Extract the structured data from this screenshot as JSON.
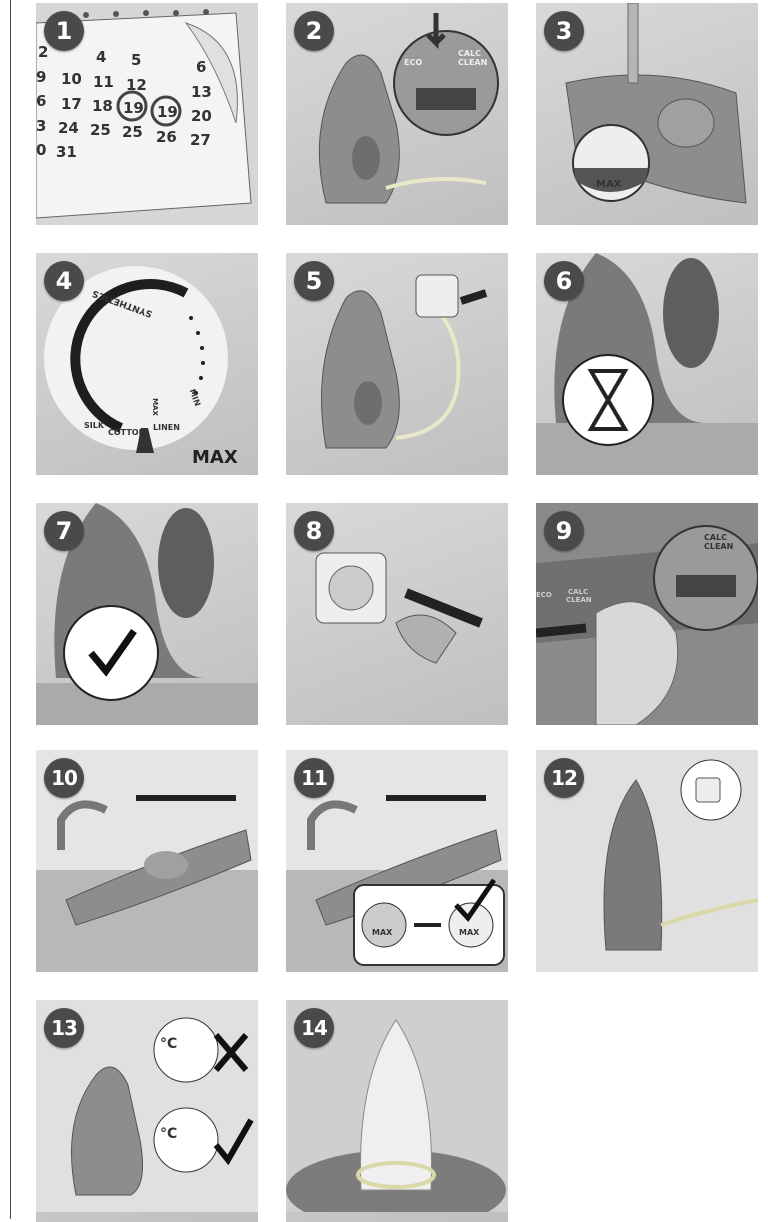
{
  "steps": [
    {
      "number": "1"
    },
    {
      "number": "2"
    },
    {
      "number": "3"
    },
    {
      "number": "4"
    },
    {
      "number": "5"
    },
    {
      "number": "6"
    },
    {
      "number": "7"
    },
    {
      "number": "8"
    },
    {
      "number": "9"
    },
    {
      "number": "10"
    },
    {
      "number": "11"
    },
    {
      "number": "12"
    },
    {
      "number": "13"
    },
    {
      "number": "14"
    }
  ],
  "calendar": {
    "dates": [
      "2",
      "4",
      "5",
      "6",
      "9",
      "10",
      "11",
      "12",
      "13",
      "6",
      "17",
      "18",
      "19",
      "19",
      "20",
      "3",
      "24",
      "25",
      "25",
      "26",
      "27",
      "0",
      "31"
    ],
    "highlighted": [
      "19",
      "19"
    ]
  },
  "dial_labels": {
    "synthetics": "SYNTHETICS",
    "silk": "SILK",
    "cotton": "COTTON",
    "linen": "LINEN",
    "max_small": "MAX",
    "min": "MIN",
    "max_big": "MAX"
  },
  "button_labels": {
    "eco": "ECO",
    "calc_clean": "CALC CLEAN",
    "calc": "CALC",
    "clean": "CLEAN"
  },
  "water_level": {
    "max": "MAX"
  },
  "thermo_unit": "°C",
  "colors": {
    "badge": "#4a4a4a",
    "panel": "#c8c8c8",
    "iron": "#8a8a8a",
    "accent": "#333333"
  }
}
